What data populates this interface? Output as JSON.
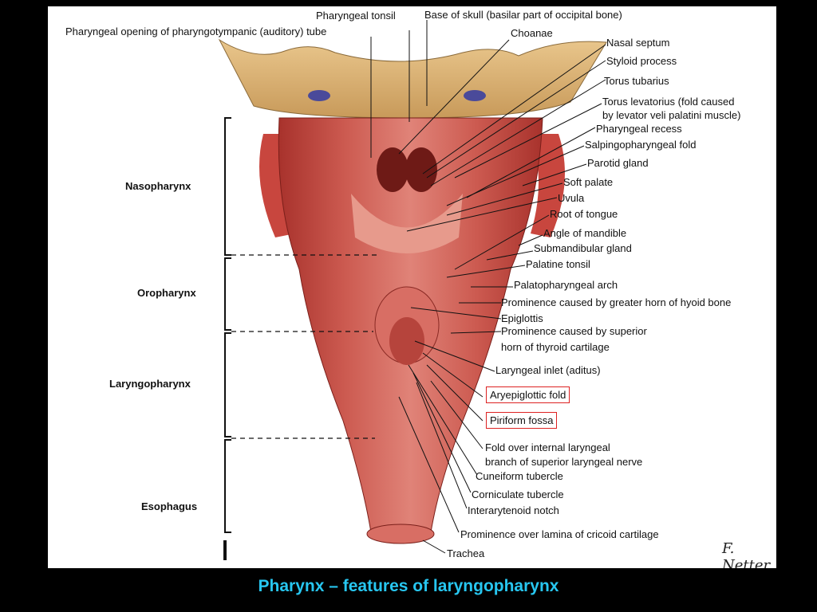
{
  "caption": "Pharynx – features of laryngopharynx",
  "signature": "F. Netter",
  "regions": [
    "Nasopharynx",
    "Oropharynx",
    "Laryngopharynx",
    "Esophagus"
  ],
  "labels": {
    "pharyngeal_tonsil": "Pharyngeal tonsil",
    "base_of_skull": "Base of skull (basilar part of occipital bone)",
    "pharyngotympanic": "Pharyngeal opening of pharyngotympanic (auditory) tube",
    "choanae": "Choanae",
    "nasal_septum": "Nasal septum",
    "styloid": "Styloid process",
    "torus_tubarius": "Torus tubarius",
    "torus_levatorius_1": "Torus levatorius (fold caused",
    "torus_levatorius_2": "by levator veli palatini muscle)",
    "pharyngeal_recess": "Pharyngeal recess",
    "salpingo": "Salpingopharyngeal fold",
    "parotid": "Parotid gland",
    "soft_palate": "Soft palate",
    "uvula": "Uvula",
    "root_tongue": "Root of tongue",
    "angle_mandible": "Angle of mandible",
    "submandibular": "Submandibular gland",
    "palatine_tonsil": "Palatine tonsil",
    "palatopharyngeal": "Palatopharyngeal arch",
    "hyoid_prom": "Prominence caused by greater horn of hyoid bone",
    "epiglottis": "Epiglottis",
    "thyroid_prom_1": "Prominence caused by superior",
    "thyroid_prom_2": "horn of thyroid cartilage",
    "laryngeal_inlet": "Laryngeal inlet (aditus)",
    "aryepiglottic": "Aryepiglottic fold",
    "piriform": "Piriform fossa",
    "fold_internal_1": "Fold over internal laryngeal",
    "fold_internal_2": "branch of superior laryngeal nerve",
    "cuneiform": "Cuneiform tubercle",
    "corniculate": "Corniculate tubercle",
    "interarytenoid": "Interarytenoid notch",
    "cricoid": "Prominence over lamina of cricoid cartilage",
    "trachea": "Trachea"
  }
}
